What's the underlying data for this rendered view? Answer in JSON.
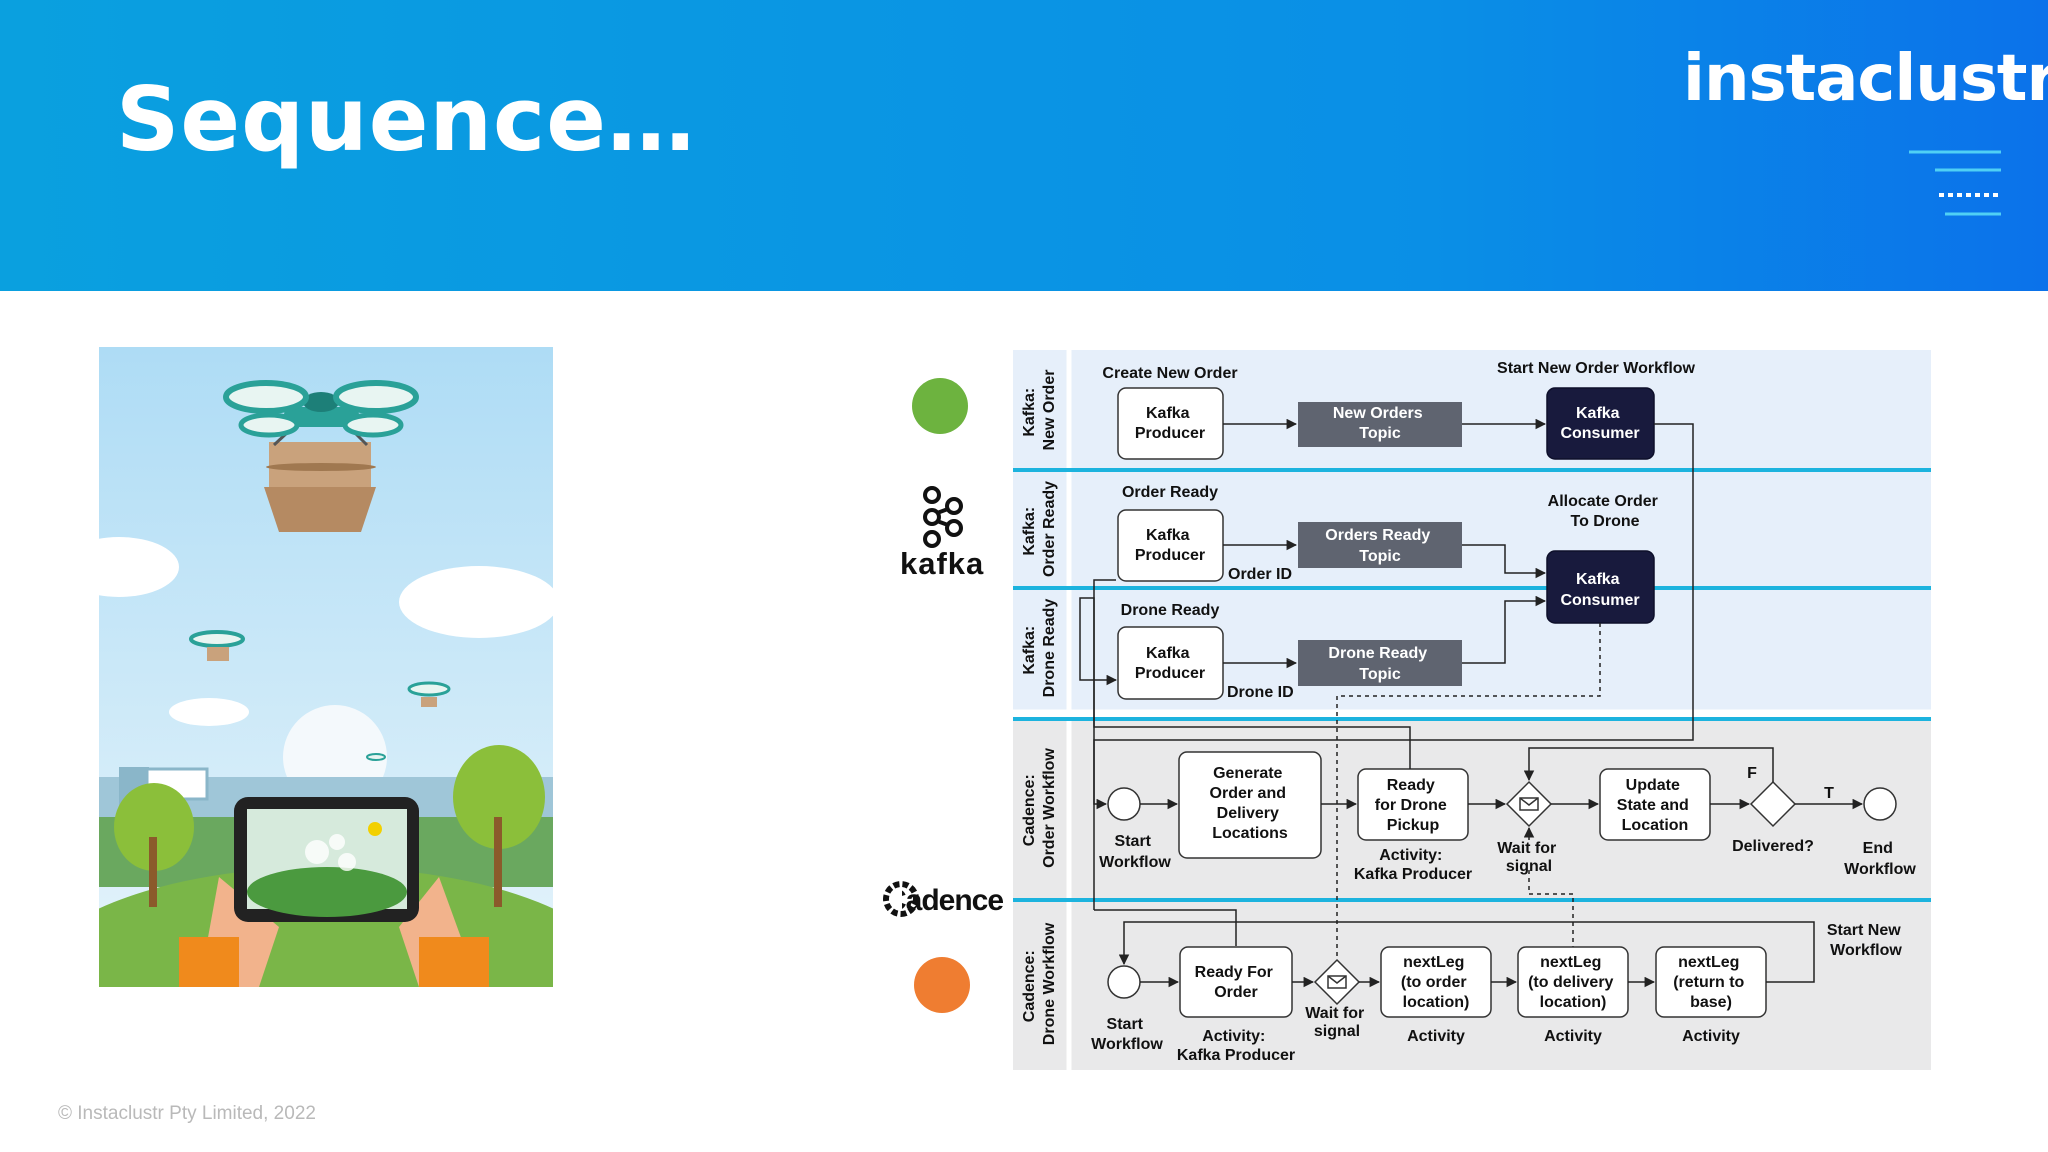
{
  "slide": {
    "title": "Sequence…",
    "brand": "instaclustr",
    "copyright": "© Instaclustr Pty Limited, 2022"
  },
  "logos": {
    "kafka": "kafka",
    "cadence": "Cadence"
  },
  "colors": {
    "header_blue": "#0a8fe6",
    "green_dot": "#6db33f",
    "orange_dot": "#ef7d31",
    "lane_divider": "#1cb3de",
    "dark_node": "#181a3d",
    "topic_gray": "#5f6470"
  },
  "diagram": {
    "lanes": {
      "new_order": [
        "Kafka:",
        "New Order"
      ],
      "order_ready": [
        "Kafka:",
        "Order Ready"
      ],
      "drone_ready": [
        "Kafka:",
        "Drone Ready"
      ],
      "order_workflow": [
        "Cadence:",
        "Order Workflow"
      ],
      "drone_workflow": [
        "Cadence:",
        "Drone Workflow"
      ]
    },
    "lane1": {
      "caption_create": "Create New Order",
      "producer": [
        "Kafka",
        "Producer"
      ],
      "topic": [
        "New Orders",
        "Topic"
      ],
      "caption_start": "Start New Order Workflow",
      "consumer": [
        "Kafka",
        "Consumer"
      ]
    },
    "lane2": {
      "caption": "Order Ready",
      "producer": [
        "Kafka",
        "Producer"
      ],
      "label_id": "Order ID",
      "topic": [
        "Orders Ready",
        "Topic"
      ],
      "caption_allocate": [
        "Allocate Order",
        "To Drone"
      ],
      "consumer": [
        "Kafka",
        "Consumer"
      ]
    },
    "lane3": {
      "caption": "Drone Ready",
      "producer": [
        "Kafka",
        "Producer"
      ],
      "label_id": "Drone ID",
      "topic": [
        "Drone Ready",
        "Topic"
      ]
    },
    "lane4": {
      "start": [
        "Start",
        "Workflow"
      ],
      "generate": [
        "Generate",
        "Order and",
        "Delivery",
        "Locations"
      ],
      "ready": [
        "Ready",
        "for Drone",
        "Pickup"
      ],
      "ready_sub": [
        "Activity:",
        "Kafka Producer"
      ],
      "wait": [
        "Wait for",
        "signal"
      ],
      "update": [
        "Update",
        "State and",
        "Location"
      ],
      "delivered": "Delivered?",
      "f_label": "F",
      "t_label": "T",
      "end": [
        "End",
        "Workflow"
      ]
    },
    "lane5": {
      "start": [
        "Start",
        "Workflow"
      ],
      "ready_for_order": [
        "Ready For",
        "Order"
      ],
      "ready_sub": [
        "Activity:",
        "Kafka Producer"
      ],
      "wait": [
        "Wait for",
        "signal"
      ],
      "leg1": [
        "nextLeg",
        "(to order",
        "location)"
      ],
      "leg2": [
        "nextLeg",
        "(to delivery",
        "location)"
      ],
      "leg3": [
        "nextLeg",
        "(return to",
        "base)"
      ],
      "activity": "Activity",
      "start_new": [
        "Start New",
        "Workflow"
      ]
    }
  }
}
